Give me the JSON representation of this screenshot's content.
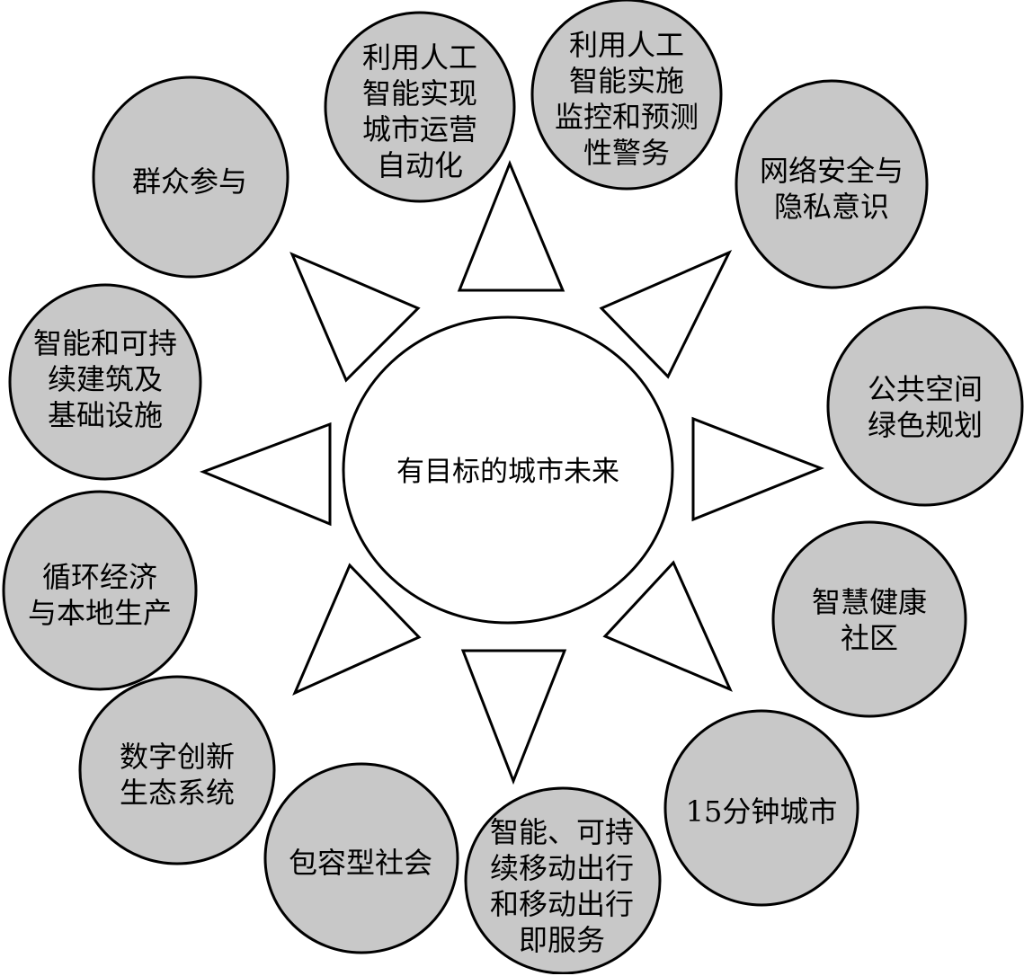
{
  "center": {
    "label": "有目标的城市未来"
  },
  "nodes": [
    {
      "id": "ai-operations",
      "label": "利用人工\n智能实现\n城市运营\n自动化"
    },
    {
      "id": "ai-policing",
      "label": "利用人工\n智能实施\n监控和预测\n性警务"
    },
    {
      "id": "cyber-privacy",
      "label": "网络安全与\n隐私意识"
    },
    {
      "id": "green-space",
      "label": "公共空间\n绿色规划"
    },
    {
      "id": "health-community",
      "label": "智慧健康\n社区"
    },
    {
      "id": "fifteen-minute-city",
      "label": "15分钟城市"
    },
    {
      "id": "mobility",
      "label": "智能、可持\n续移动出行\n和移动出行\n即服务"
    },
    {
      "id": "inclusive-society",
      "label": "包容型社会"
    },
    {
      "id": "digital-ecosystem",
      "label": "数字创新\n生态系统"
    },
    {
      "id": "circular-economy",
      "label": "循环经济\n与本地生产"
    },
    {
      "id": "smart-buildings",
      "label": "智能和可持\n续建筑及\n基础设施"
    },
    {
      "id": "public-participation",
      "label": "群众参与"
    }
  ],
  "colors": {
    "node_fill": "#c8c8c8",
    "center_fill": "#ffffff",
    "stroke": "#000000",
    "arrow_fill": "#ffffff"
  }
}
